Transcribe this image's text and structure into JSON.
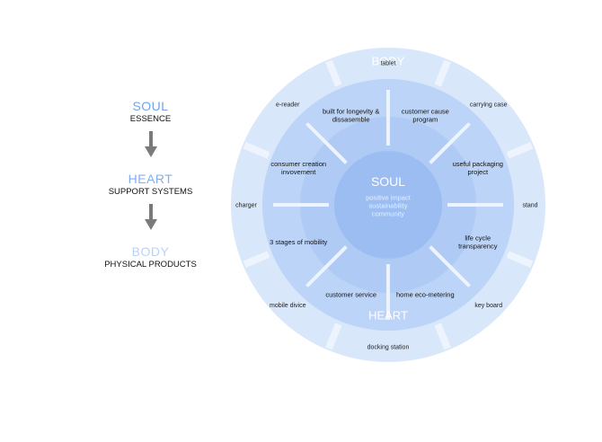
{
  "legend": {
    "levels": [
      {
        "title": "SOUL",
        "subtitle": "ESSENCE"
      },
      {
        "title": "HEART",
        "subtitle": "SUPPORT SYSTEMS"
      },
      {
        "title": "BODY",
        "subtitle": "PHYSICAL PRODUCTS"
      }
    ]
  },
  "wheel": {
    "colors": {
      "outer_ring": "#d9e7fb",
      "middle_ring": "#bcd4f7",
      "inner_ring": "#a7c5f4",
      "core": "#9bbdf2",
      "divider": "#eef4fe",
      "ring_title": "#ffffff"
    },
    "body_label": "BODY",
    "heart_label": "HEART",
    "core": {
      "title": "SOUL",
      "lines": [
        "positive impact",
        "sustainability",
        "community"
      ]
    },
    "outer_items": [
      "tablet",
      "carrying case",
      "stand",
      "key board",
      "docking station",
      "mobile divice",
      "charger",
      "e-reader"
    ],
    "middle_items": [
      [
        "customer cause",
        "program"
      ],
      [
        "useful packaging",
        "project"
      ],
      [
        "life cycle",
        "transparency"
      ],
      [
        "home eco-metering"
      ],
      [
        "customer service"
      ],
      [
        "3 stages of mobility"
      ],
      [
        "consumer creation",
        "invovement"
      ],
      [
        "built for longevity &",
        "dissasemble"
      ]
    ]
  }
}
